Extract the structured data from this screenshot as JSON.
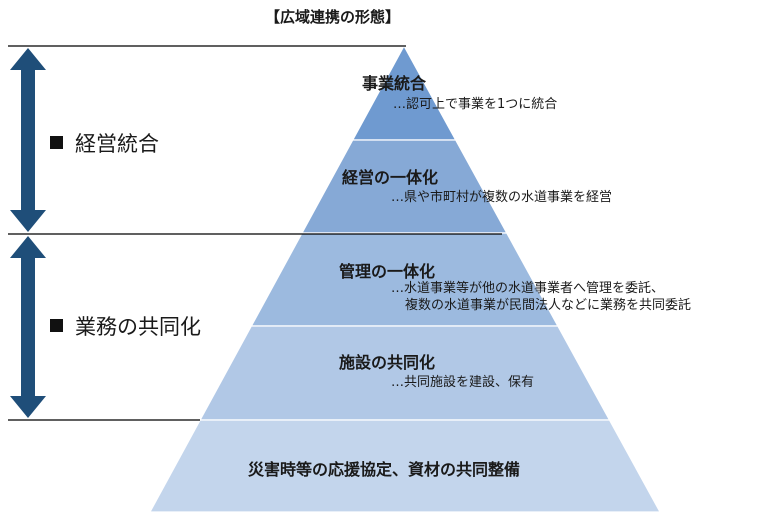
{
  "title": "【広域連携の形態】",
  "groups": [
    {
      "label": "経営統合"
    },
    {
      "label": "業務の共同化"
    }
  ],
  "levels": [
    {
      "title": "事業統合",
      "desc": [
        "…認可上で事業を1つに統合"
      ]
    },
    {
      "title": "経営の一体化",
      "desc": [
        "…県や市町村が複数の水道事業を経営"
      ]
    },
    {
      "title": "管理の一体化",
      "desc": [
        "…水道事業等が他の水道事業者へ管理を委託、",
        "複数の水道事業が民間法人などに業務を共同委託"
      ]
    },
    {
      "title": "施設の共同化",
      "desc": [
        "…共同施設を建設、保有"
      ]
    },
    {
      "title": "災害時等の応援協定、資材の共同整備",
      "desc": []
    }
  ],
  "colors": {
    "level_fills": [
      "#6f9ad0",
      "#86a9d6",
      "#9cbadf",
      "#b1c8e6",
      "#c3d5ec"
    ],
    "arrow": "#1f4e79",
    "line": "#000000"
  }
}
